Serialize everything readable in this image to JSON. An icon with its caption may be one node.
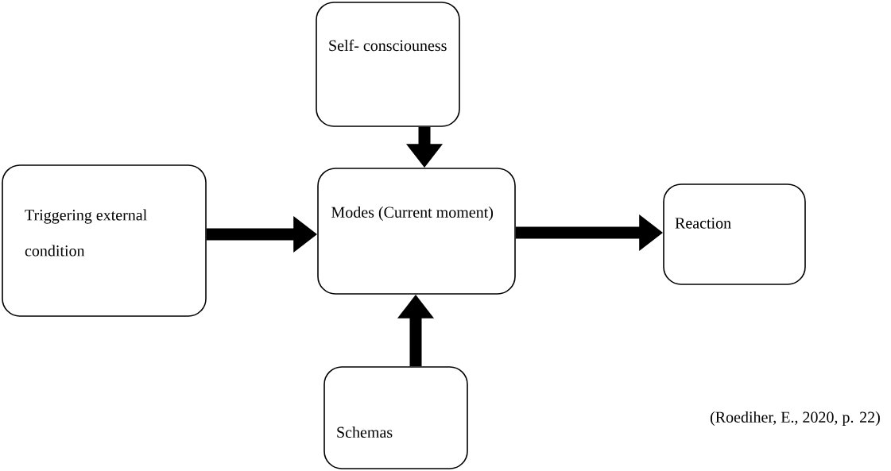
{
  "diagram": {
    "nodes": [
      {
        "text": [
          "Self- consciouness"
        ]
      },
      {
        "text": [
          "Triggering external condition"
        ]
      },
      {
        "text": [
          "Modes (Current moment)"
        ]
      },
      {
        "text": [
          "Reaction"
        ]
      },
      {
        "text": [
          "Schemas"
        ]
      }
    ],
    "edges": [
      {
        "from": 0,
        "to": 2,
        "arrow": "to"
      },
      {
        "from": 1,
        "to": 2,
        "arrow": "to"
      },
      {
        "from": 2,
        "to": 3,
        "arrow": "to"
      },
      {
        "from": 4,
        "to": 2,
        "arrow": "to"
      }
    ],
    "labels": [
      "(Roediher, E., 2020, p. 22)"
    ]
  }
}
